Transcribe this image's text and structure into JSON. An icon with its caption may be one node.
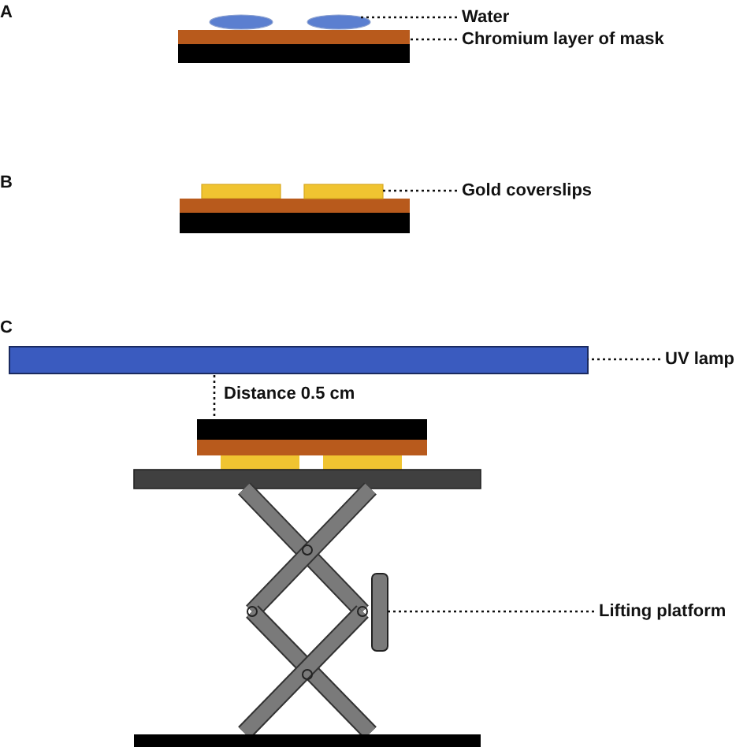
{
  "diagram": {
    "nodes": [
      {
        "text": [
          "Water"
        ]
      },
      {
        "text": [],
        "shape": "ellipse"
      },
      {
        "text": [
          "Chromium layer of mask"
        ]
      },
      {
        "text": [],
        "shape": "bar"
      },
      {
        "text": [
          "Gold coverslips"
        ]
      },
      {
        "text": [],
        "shape": "bar"
      },
      {
        "text": [
          "UV lamp"
        ]
      },
      {
        "text": [],
        "shape": "bar"
      },
      {
        "text": [
          "Lifting platform"
        ]
      },
      {
        "text": [],
        "shape": "knob"
      }
    ],
    "edges": [
      {
        "from": 0,
        "to": 1,
        "arrow": "none"
      },
      {
        "from": 2,
        "to": 3,
        "arrow": "none"
      },
      {
        "from": 4,
        "to": 5,
        "arrow": "none"
      },
      {
        "from": 6,
        "to": 7,
        "arrow": "none"
      },
      {
        "from": 8,
        "to": 9,
        "arrow": "none"
      }
    ],
    "labels": [
      "A",
      "B",
      "C",
      "Distance 0.5 cm"
    ]
  }
}
